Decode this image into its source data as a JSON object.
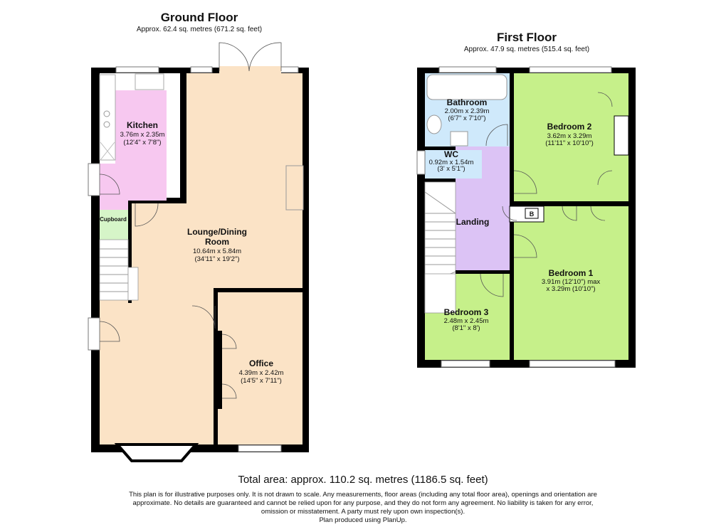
{
  "ground_floor": {
    "title": "Ground Floor",
    "area": "Approx. 62.4 sq. metres (671.2 sq. feet)",
    "rooms": [
      {
        "name": "Kitchen",
        "dims": [
          "3.76m x 2.35m",
          "(12'4\" x 7'8\")"
        ],
        "color": "#f7c8f0"
      },
      {
        "name": "Lounge/Dining",
        "name2": "Room",
        "dims": [
          "10.64m x 5.84m",
          "(34'11\" x 19'2\")"
        ],
        "color": "#fbe3c6"
      },
      {
        "name": "Office",
        "dims": [
          "4.39m x 2.42m",
          "(14'5\" x 7'11\")"
        ],
        "color": "#fbe3c6"
      },
      {
        "name": "Cupboard",
        "color": "#d6f5c8"
      }
    ]
  },
  "first_floor": {
    "title": "First Floor",
    "area": "Approx. 47.9 sq. metres (515.4 sq. feet)",
    "rooms": [
      {
        "name": "Bathroom",
        "dims": [
          "2.00m x 2.39m",
          "(6'7\" x 7'10\")"
        ],
        "color": "#cfe9fb"
      },
      {
        "name": "WC",
        "dims": [
          "0.92m x 1.54m",
          "(3' x 5'1\")"
        ],
        "color": "#cfe9fb"
      },
      {
        "name": "Bedroom 2",
        "dims": [
          "3.62m x 3.29m",
          "(11'11\" x 10'10\")"
        ],
        "color": "#c6f08a"
      },
      {
        "name": "Landing",
        "color": "#dcc3f5"
      },
      {
        "name": "Bedroom 1",
        "dims": [
          "3.91m (12'10\") max",
          "x 3.29m (10'10\")"
        ],
        "color": "#c6f08a"
      },
      {
        "name": "Bedroom 3",
        "dims": [
          "2.48m x 2.45m",
          "(8'1\" x 8')"
        ],
        "color": "#c6f08a"
      },
      {
        "name": "B"
      }
    ]
  },
  "total_area": "Total area: approx. 110.2 sq. metres (1186.5 sq. feet)",
  "disclaimer": "This plan is for illustrative purposes only. It is not drawn to scale. Any measurements, floor areas (including any total floor area), openings and orientation are approximate. No details are guaranteed and cannot be relied upon for any purpose, and they do not form any agreement. No liability is taken for any error, omission or misstatement. A party must rely upon own inspection(s).",
  "credit": "Plan produced using PlanUp."
}
